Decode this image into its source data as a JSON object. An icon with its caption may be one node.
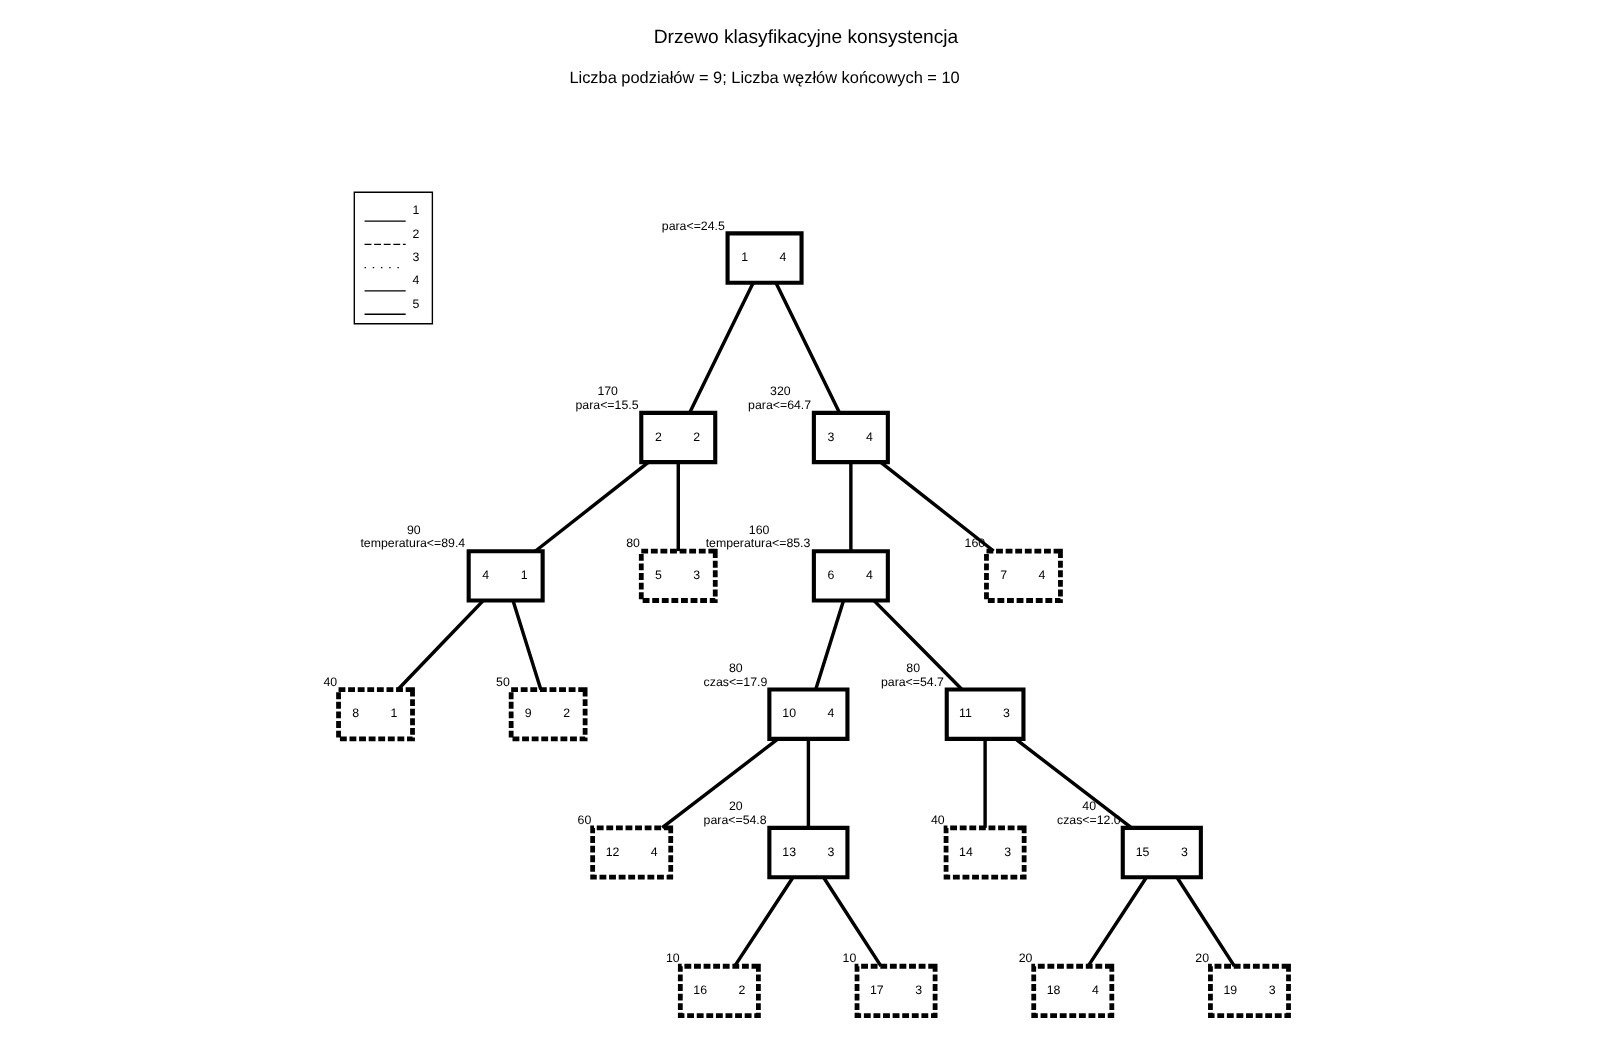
{
  "diagram": {
    "title": "Drzewo klasyfikacyjne konsystencja",
    "nodes": [
      {
        "text": [
          "1",
          "4"
        ],
        "beside": [
          "para<=24.5"
        ]
      },
      {
        "text": [
          "2",
          "2"
        ],
        "beside": [
          "170",
          "para<=15.5"
        ]
      },
      {
        "text": [
          "3",
          "4"
        ],
        "beside": [
          "320",
          "para<=64.7"
        ]
      },
      {
        "text": [
          "4",
          "1"
        ],
        "beside": [
          "90",
          "temperatura<=89.4"
        ]
      },
      {
        "text": [
          "5",
          "3"
        ],
        "beside": [
          "80"
        ]
      },
      {
        "text": [
          "6",
          "4"
        ],
        "beside": [
          "160",
          "temperatura<=85.3"
        ]
      },
      {
        "text": [
          "7",
          "4"
        ],
        "beside": [
          "160"
        ]
      },
      {
        "text": [
          "8",
          "1"
        ],
        "beside": [
          "40"
        ]
      },
      {
        "text": [
          "9",
          "2"
        ],
        "beside": [
          "50"
        ]
      },
      {
        "text": [
          "10",
          "4"
        ],
        "beside": [
          "80",
          "czas<=17.9"
        ]
      },
      {
        "text": [
          "11",
          "3"
        ],
        "beside": [
          "80",
          "para<=54.7"
        ]
      },
      {
        "text": [
          "12",
          "4"
        ],
        "beside": [
          "60"
        ]
      },
      {
        "text": [
          "13",
          "3"
        ],
        "beside": [
          "20",
          "para<=54.8"
        ]
      },
      {
        "text": [
          "14",
          "3"
        ],
        "beside": [
          "40"
        ]
      },
      {
        "text": [
          "15",
          "3"
        ],
        "beside": [
          "40",
          "czas<=12.0"
        ]
      },
      {
        "text": [
          "16",
          "2"
        ],
        "beside": [
          "10"
        ]
      },
      {
        "text": [
          "17",
          "3"
        ],
        "beside": [
          "10"
        ]
      },
      {
        "text": [
          "18",
          "4"
        ],
        "beside": [
          "20"
        ]
      },
      {
        "text": [
          "19",
          "3"
        ],
        "beside": [
          "20"
        ]
      }
    ],
    "edges": [
      {
        "from": 0,
        "to": 1,
        "arrow": "none"
      },
      {
        "from": 0,
        "to": 2,
        "arrow": "none"
      },
      {
        "from": 1,
        "to": 3,
        "arrow": "none"
      },
      {
        "from": 1,
        "to": 4,
        "arrow": "none"
      },
      {
        "from": 2,
        "to": 5,
        "arrow": "none"
      },
      {
        "from": 2,
        "to": 6,
        "arrow": "none"
      },
      {
        "from": 3,
        "to": 7,
        "arrow": "none"
      },
      {
        "from": 3,
        "to": 8,
        "arrow": "none"
      },
      {
        "from": 5,
        "to": 9,
        "arrow": "none"
      },
      {
        "from": 5,
        "to": 10,
        "arrow": "none"
      },
      {
        "from": 9,
        "to": 11,
        "arrow": "none"
      },
      {
        "from": 9,
        "to": 12,
        "arrow": "none"
      },
      {
        "from": 10,
        "to": 13,
        "arrow": "none"
      },
      {
        "from": 10,
        "to": 14,
        "arrow": "none"
      },
      {
        "from": 12,
        "to": 15,
        "arrow": "none"
      },
      {
        "from": 12,
        "to": 16,
        "arrow": "none"
      },
      {
        "from": 14,
        "to": 17,
        "arrow": "none"
      },
      {
        "from": 14,
        "to": 18,
        "arrow": "none"
      }
    ],
    "labels": [
      "Liczba podziałów = 9; Liczba węzłów końcowych = 10"
    ],
    "legend": [
      {
        "text": "1"
      },
      {
        "text": "2"
      },
      {
        "text": "3"
      },
      {
        "text": "4"
      },
      {
        "text": "5"
      }
    ]
  }
}
